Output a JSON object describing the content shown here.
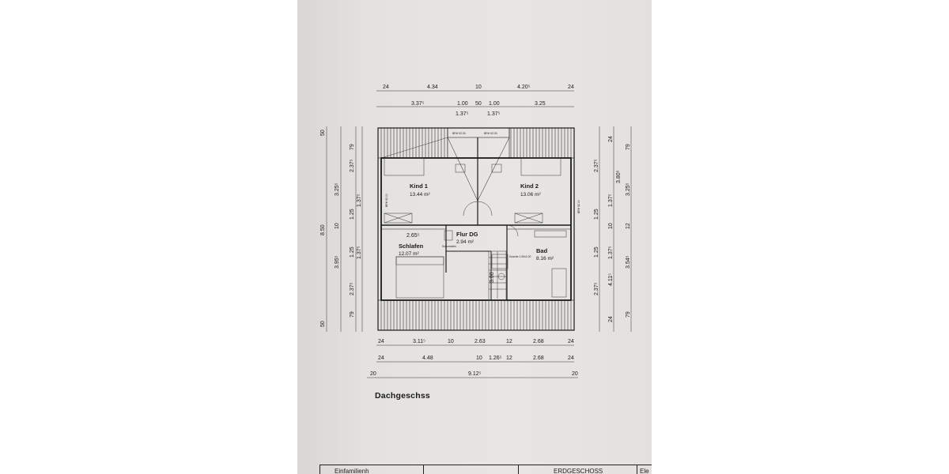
{
  "sheet_title": "Dachgeschss",
  "rooms": [
    {
      "name": "Kind 1",
      "area": "13.44 m²"
    },
    {
      "name": "Kind 2",
      "area": "13.06 m²"
    },
    {
      "name": "Schlafen",
      "area": "12.07 m²"
    },
    {
      "name": "Flur DG",
      "area": "2.94 m²"
    },
    {
      "name": "Bad",
      "area": "8.16 m²"
    }
  ],
  "room_extras": {
    "schlafen_width": "2.65⁵",
    "stair_run": "3.00"
  },
  "fine_labels": {
    "brh_left": "BRH 92.00",
    "brh_right": "BRH 92.00",
    "schornstein": "Schornstein",
    "dusche": "Dusche 1.00x1.00",
    "wall_side_left": "BRH 92.00",
    "wall_side_right": "BRH 92.00"
  },
  "dimensions": {
    "top_row1": [
      "24",
      "4.34",
      "10",
      "4.20⁵",
      "24"
    ],
    "top_row2": [
      "3.37⁵",
      "1.00",
      "50",
      "1.00",
      "3.25"
    ],
    "top_row2_sub": [
      "1.37⁵",
      "1.37⁵"
    ],
    "bottom_row1": [
      "24",
      "3.11⁵",
      "10",
      "2.63",
      "12",
      "2.68",
      "24"
    ],
    "bottom_row2": [
      "24",
      "4.48",
      "10",
      "1.26⁵",
      "12",
      "2.68",
      "24"
    ],
    "bottom_row3": [
      "20",
      "9.12⁵",
      "20"
    ],
    "left_total": "8.50",
    "left_outer": [
      "50",
      "50"
    ],
    "left_col2": [
      "3.25⁵",
      "10",
      "3.95⁵"
    ],
    "left_col3": [
      "79",
      "2.37⁵",
      "1.25",
      "1.25",
      "2.37⁵",
      "79"
    ],
    "left_col4": [
      "1.37⁵",
      "1.37⁵"
    ],
    "right_col1": [
      "2.37⁵",
      "1.25",
      "1.25",
      "2.37⁵"
    ],
    "right_col2": [
      "24",
      "1.37⁵",
      "10",
      "1.37⁵",
      "4.11⁵",
      "24"
    ],
    "right_col3": [
      "3.80⁵"
    ],
    "right_col4": [
      "79",
      "3.25⁵",
      "12",
      "3.54⁵",
      "79"
    ]
  },
  "title_block": {
    "cell1": "Einfamilienh",
    "cell2": "",
    "cell3": "ERDGESCHOSS",
    "cell4": "Ele"
  },
  "colors": {
    "paper": "#e6e4e0",
    "ink": "#1a1a1a"
  }
}
